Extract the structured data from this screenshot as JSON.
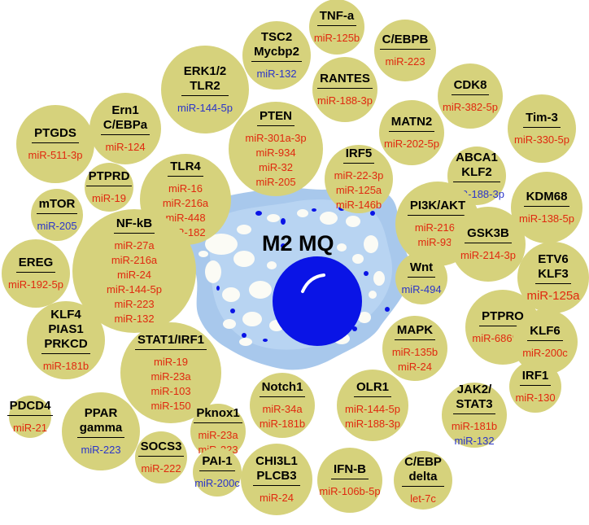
{
  "colors": {
    "bubble": "#d6d27c",
    "red": "#e0290f",
    "blue": "#2b35c9",
    "cell_outer": "#a8c8ec",
    "cell_inner": "#b8d4f2",
    "nucleus": "#0a14e6",
    "vacuole": "#fbfbf5"
  },
  "cell": {
    "label": "M2 MQ"
  },
  "bubbles": [
    {
      "id": "tnfa",
      "targets": [
        "TNF-a"
      ],
      "mirs": [
        {
          "t": "miR-125b",
          "c": "red"
        }
      ]
    },
    {
      "id": "tsc2",
      "targets": [
        "TSC2",
        "Mycbp2"
      ],
      "mirs": [
        {
          "t": "miR-132",
          "c": "blue"
        }
      ]
    },
    {
      "id": "cebpb",
      "targets": [
        "C/EBPB"
      ],
      "mirs": [
        {
          "t": "miR-223",
          "c": "red"
        }
      ]
    },
    {
      "id": "erk",
      "targets": [
        "ERK1/2",
        "TLR2"
      ],
      "mirs": [
        {
          "t": "miR-144-5p",
          "c": "blue"
        }
      ]
    },
    {
      "id": "rantes",
      "targets": [
        "RANTES"
      ],
      "mirs": [
        {
          "t": "miR-188-3p",
          "c": "red"
        }
      ]
    },
    {
      "id": "cdk8",
      "targets": [
        "CDK8"
      ],
      "mirs": [
        {
          "t": "miR-382-5p",
          "c": "red"
        }
      ]
    },
    {
      "id": "ern1",
      "targets": [
        "Ern1",
        "C/EBPa"
      ],
      "mirs": [
        {
          "t": "miR-124",
          "c": "red"
        }
      ]
    },
    {
      "id": "pten",
      "targets": [
        "PTEN"
      ],
      "mirs": [
        {
          "t": "miR-301a-3p",
          "c": "red"
        },
        {
          "t": "miR-934",
          "c": "red"
        },
        {
          "t": "miR-32",
          "c": "red"
        },
        {
          "t": "miR-205",
          "c": "red"
        }
      ]
    },
    {
      "id": "matn2",
      "targets": [
        "MATN2"
      ],
      "mirs": [
        {
          "t": "miR-202-5p",
          "c": "red"
        }
      ]
    },
    {
      "id": "tim3",
      "targets": [
        "Tim-3"
      ],
      "mirs": [
        {
          "t": "miR-330-5p",
          "c": "red"
        }
      ]
    },
    {
      "id": "ptgds",
      "targets": [
        "PTGDS"
      ],
      "mirs": [
        {
          "t": "miR-511-3p",
          "c": "red"
        }
      ]
    },
    {
      "id": "tlr4",
      "targets": [
        "TLR4"
      ],
      "mirs": [
        {
          "t": "miR-16",
          "c": "red"
        },
        {
          "t": "miR-216a",
          "c": "red"
        },
        {
          "t": "miR-448",
          "c": "red"
        },
        {
          "t": "miR-182",
          "c": "red"
        }
      ]
    },
    {
      "id": "irf5",
      "targets": [
        "IRF5"
      ],
      "mirs": [
        {
          "t": "miR-22-3p",
          "c": "red"
        },
        {
          "t": "miR-125a",
          "c": "red"
        },
        {
          "t": "miR-146b",
          "c": "red"
        }
      ]
    },
    {
      "id": "abca1",
      "targets": [
        "ABCA1",
        "KLF2"
      ],
      "mirs": [
        {
          "t": "miR-188-3p",
          "c": "blue"
        }
      ]
    },
    {
      "id": "ptprd",
      "targets": [
        "PTPRD"
      ],
      "mirs": [
        {
          "t": "miR-19",
          "c": "red"
        }
      ]
    },
    {
      "id": "kdm68",
      "targets": [
        "KDM68"
      ],
      "mirs": [
        {
          "t": "miR-138-5p",
          "c": "red"
        }
      ]
    },
    {
      "id": "mtor",
      "targets": [
        "mTOR"
      ],
      "mirs": [
        {
          "t": "miR-205",
          "c": "blue"
        }
      ]
    },
    {
      "id": "nfkb",
      "targets": [
        "NF-kB"
      ],
      "mirs": [
        {
          "t": "miR-27a",
          "c": "red"
        },
        {
          "t": "miR-216a",
          "c": "red"
        },
        {
          "t": "miR-24",
          "c": "red"
        },
        {
          "t": "miR-144-5p",
          "c": "red"
        },
        {
          "t": "miR-223",
          "c": "red"
        },
        {
          "t": "miR-132",
          "c": "red"
        }
      ]
    },
    {
      "id": "pi3k",
      "targets": [
        "PI3K/AKT"
      ],
      "mirs": [
        {
          "t": "miR-216a",
          "c": "red"
        },
        {
          "t": "miR-934",
          "c": "red"
        }
      ]
    },
    {
      "id": "gsk3b",
      "targets": [
        "GSK3B"
      ],
      "mirs": [
        {
          "t": "miR-214-3p",
          "c": "red"
        }
      ]
    },
    {
      "id": "ereg",
      "targets": [
        "EREG"
      ],
      "mirs": [
        {
          "t": "miR-192-5p",
          "c": "red"
        }
      ]
    },
    {
      "id": "etv6",
      "targets": [
        "ETV6",
        "KLF3"
      ],
      "mirs": [
        {
          "t": "miR-125a",
          "c": "red",
          "big": true
        }
      ]
    },
    {
      "id": "wnt",
      "targets": [
        "Wnt"
      ],
      "mirs": [
        {
          "t": "miR-494",
          "c": "blue"
        }
      ]
    },
    {
      "id": "ptpro",
      "targets": [
        "PTPRO"
      ],
      "mirs": [
        {
          "t": "miR-6869-5p",
          "c": "red"
        }
      ]
    },
    {
      "id": "klf4",
      "targets": [
        "KLF4",
        "PIAS1",
        "PRKCD"
      ],
      "mirs": [
        {
          "t": "miR-181b",
          "c": "red"
        }
      ]
    },
    {
      "id": "klf6",
      "targets": [
        "KLF6"
      ],
      "mirs": [
        {
          "t": "miR-200c",
          "c": "red"
        }
      ]
    },
    {
      "id": "stat1",
      "targets": [
        "STAT1/IRF1"
      ],
      "mirs": [
        {
          "t": "miR-19",
          "c": "red"
        },
        {
          "t": "miR-23a",
          "c": "red"
        },
        {
          "t": "miR-103",
          "c": "red"
        },
        {
          "t": "miR-150",
          "c": "red"
        }
      ]
    },
    {
      "id": "mapk",
      "targets": [
        "MAPK"
      ],
      "mirs": [
        {
          "t": "miR-135b",
          "c": "red"
        },
        {
          "t": "miR-24",
          "c": "red"
        }
      ]
    },
    {
      "id": "irf1",
      "targets": [
        "IRF1"
      ],
      "mirs": [
        {
          "t": "miR-130",
          "c": "red"
        }
      ]
    },
    {
      "id": "pknox1",
      "targets": [
        "Pknox1"
      ],
      "mirs": [
        {
          "t": "miR-23a",
          "c": "red"
        },
        {
          "t": "miR-223",
          "c": "red"
        }
      ]
    },
    {
      "id": "notch1",
      "targets": [
        "Notch1"
      ],
      "mirs": [
        {
          "t": "miR-34a",
          "c": "red"
        },
        {
          "t": "miR-181b",
          "c": "red"
        }
      ]
    },
    {
      "id": "olr1",
      "targets": [
        "OLR1"
      ],
      "mirs": [
        {
          "t": "miR-144-5p",
          "c": "red"
        },
        {
          "t": "miR-188-3p",
          "c": "red"
        }
      ]
    },
    {
      "id": "jak2",
      "targets": [
        "JAK2/",
        "STAT3"
      ],
      "mirs": [
        {
          "t": "miR-181b",
          "c": "red"
        },
        {
          "t": "miR-132",
          "c": "blue"
        }
      ]
    },
    {
      "id": "pdcd4",
      "targets": [
        "PDCD4"
      ],
      "mirs": [
        {
          "t": "miR-21",
          "c": "red"
        }
      ]
    },
    {
      "id": "ppar",
      "targets": [
        "PPAR",
        "gamma"
      ],
      "mirs": [
        {
          "t": "miR-223",
          "c": "blue"
        }
      ]
    },
    {
      "id": "socs3",
      "targets": [
        "SOCS3"
      ],
      "mirs": [
        {
          "t": "miR-222",
          "c": "red"
        }
      ]
    },
    {
      "id": "pai1",
      "targets": [
        "PAI-1"
      ],
      "mirs": [
        {
          "t": "miR-200c",
          "c": "blue"
        }
      ]
    },
    {
      "id": "chi3l1",
      "targets": [
        "CHI3L1",
        "PLCB3"
      ],
      "mirs": [
        {
          "t": "miR-24",
          "c": "red"
        }
      ]
    },
    {
      "id": "ifnb",
      "targets": [
        "IFN-B"
      ],
      "mirs": [
        {
          "t": "miR-106b-5p",
          "c": "red"
        }
      ]
    },
    {
      "id": "cebpd",
      "targets": [
        "C/EBP",
        "delta"
      ],
      "mirs": [
        {
          "t": "let-7c",
          "c": "red"
        }
      ]
    }
  ]
}
